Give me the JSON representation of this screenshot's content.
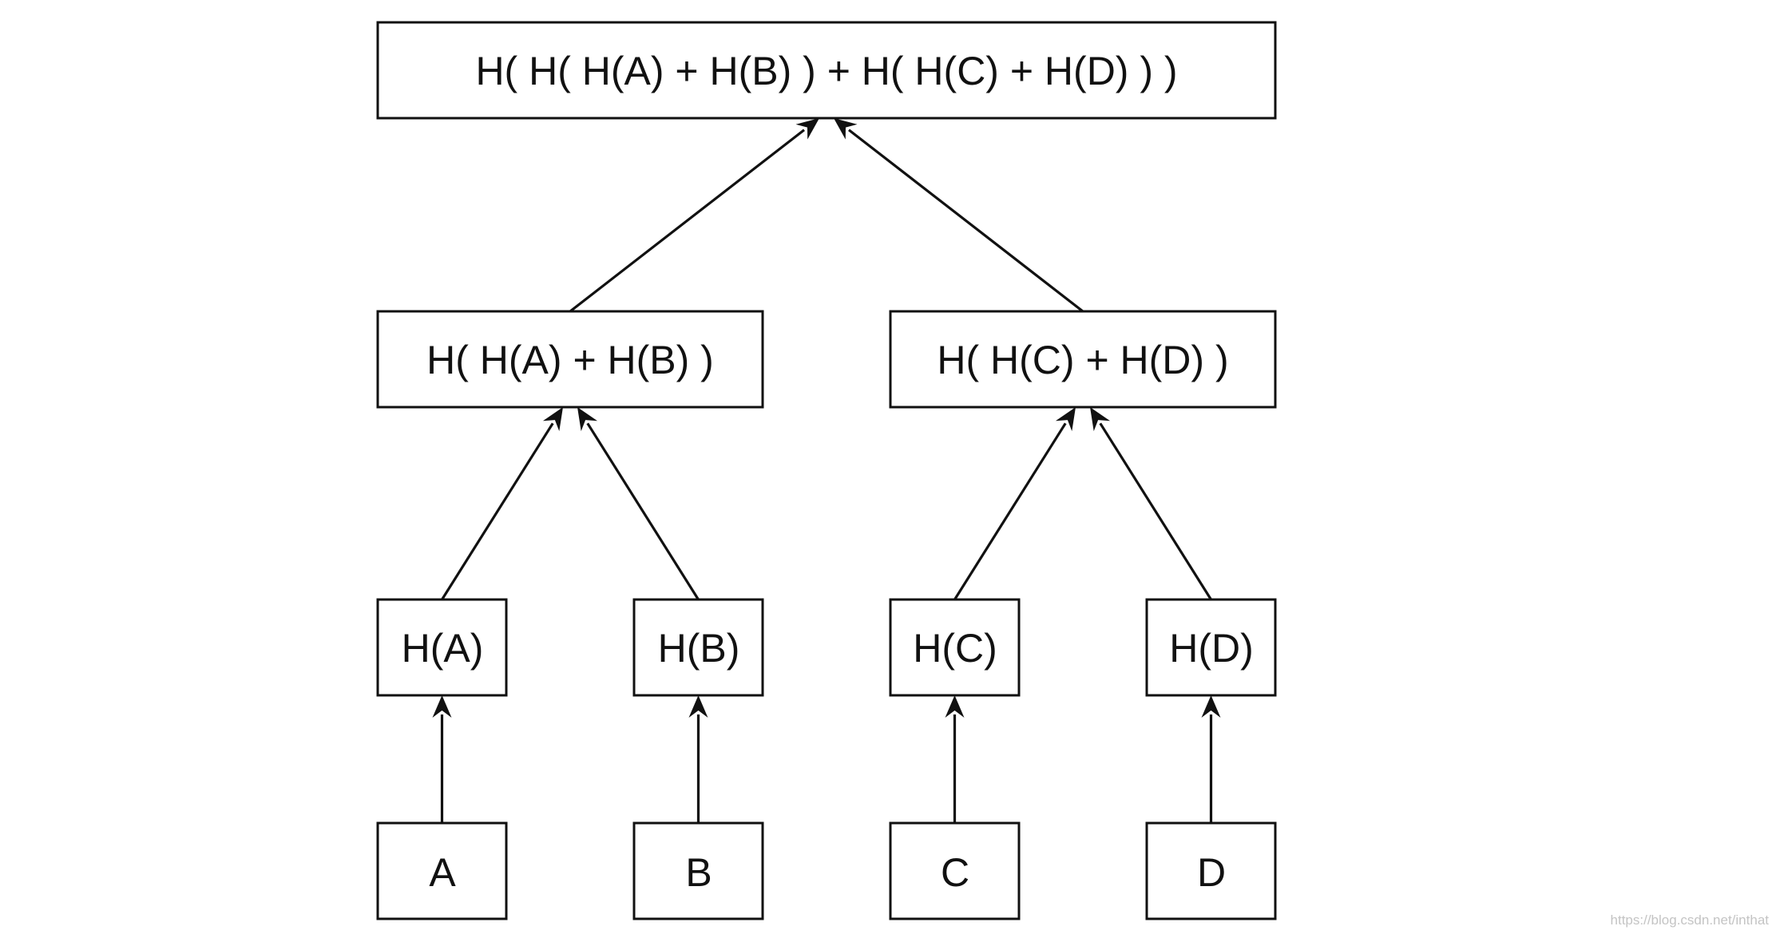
{
  "nodes": {
    "root": "H( H( H(A) + H(B) ) + H( H(C) + H(D) ) )",
    "hab": "H( H(A) + H(B) )",
    "hcd": "H( H(C) + H(D) )",
    "ha": "H(A)",
    "hb": "H(B)",
    "hc": "H(C)",
    "hd": "H(D)",
    "a": "A",
    "b": "B",
    "c": "C",
    "d": "D"
  },
  "edges": [
    {
      "from": "a",
      "to": "ha"
    },
    {
      "from": "b",
      "to": "hb"
    },
    {
      "from": "c",
      "to": "hc"
    },
    {
      "from": "d",
      "to": "hd"
    },
    {
      "from": "ha",
      "to": "hab"
    },
    {
      "from": "hb",
      "to": "hab"
    },
    {
      "from": "hc",
      "to": "hcd"
    },
    {
      "from": "hd",
      "to": "hcd"
    },
    {
      "from": "hab",
      "to": "root"
    },
    {
      "from": "hcd",
      "to": "root"
    }
  ],
  "watermark": "https://blog.csdn.net/inthat",
  "colors": {
    "stroke": "#111111",
    "background": "#ffffff"
  }
}
